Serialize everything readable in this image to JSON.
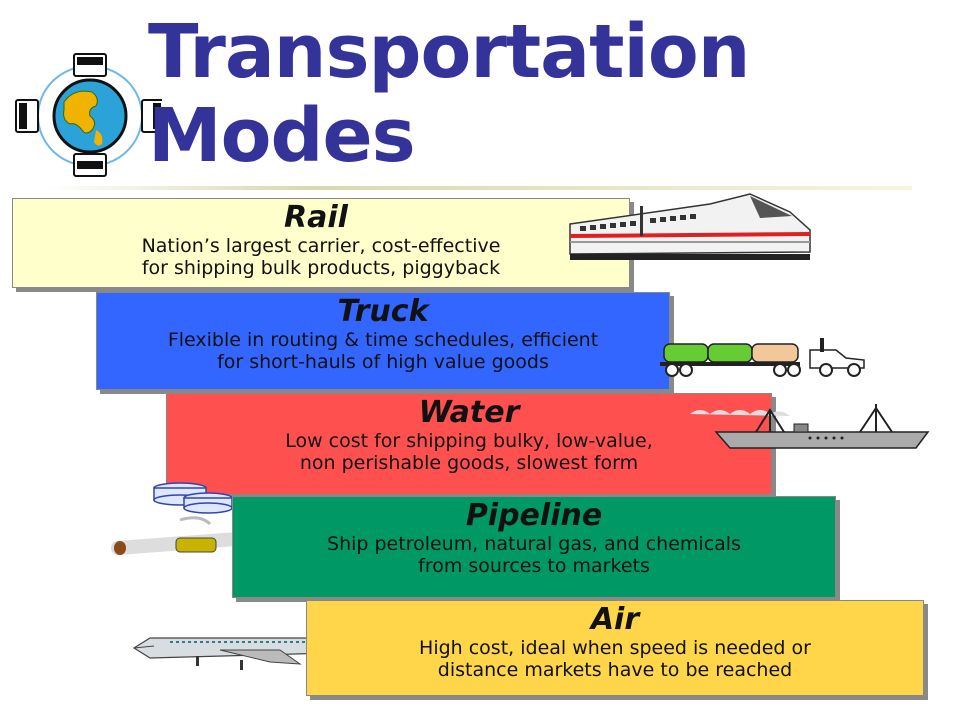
{
  "title": "Transportation Modes",
  "title_line1": "Transportation",
  "title_line2": "Modes",
  "modes": {
    "rail": {
      "name": "Rail",
      "line1": "Nation’s largest carrier, cost-effective",
      "line2": "for shipping bulk products, piggyback",
      "color": "#ffffcc"
    },
    "truck": {
      "name": "Truck",
      "line1": "Flexible in routing & time schedules, efficient",
      "line2": "for short-hauls of high value goods",
      "color": "#3366ff"
    },
    "water": {
      "name": "Water",
      "line1": "Low cost for shipping bulky, low-value,",
      "line2": "non perishable goods, slowest form",
      "color": "#ff5050"
    },
    "pipeline": {
      "name": "Pipeline",
      "line1": "Ship petroleum, natural gas, and chemicals",
      "line2": "from sources to markets",
      "color": "#009966"
    },
    "air": {
      "name": "Air",
      "line1": "High cost, ideal when speed is needed or",
      "line2": "distance markets have to be reached",
      "color": "#ffd54a"
    }
  },
  "icons": [
    "globe-transport-icon",
    "train-icon",
    "truck-icon",
    "ship-icon",
    "pipeline-icon",
    "airplane-icon"
  ]
}
